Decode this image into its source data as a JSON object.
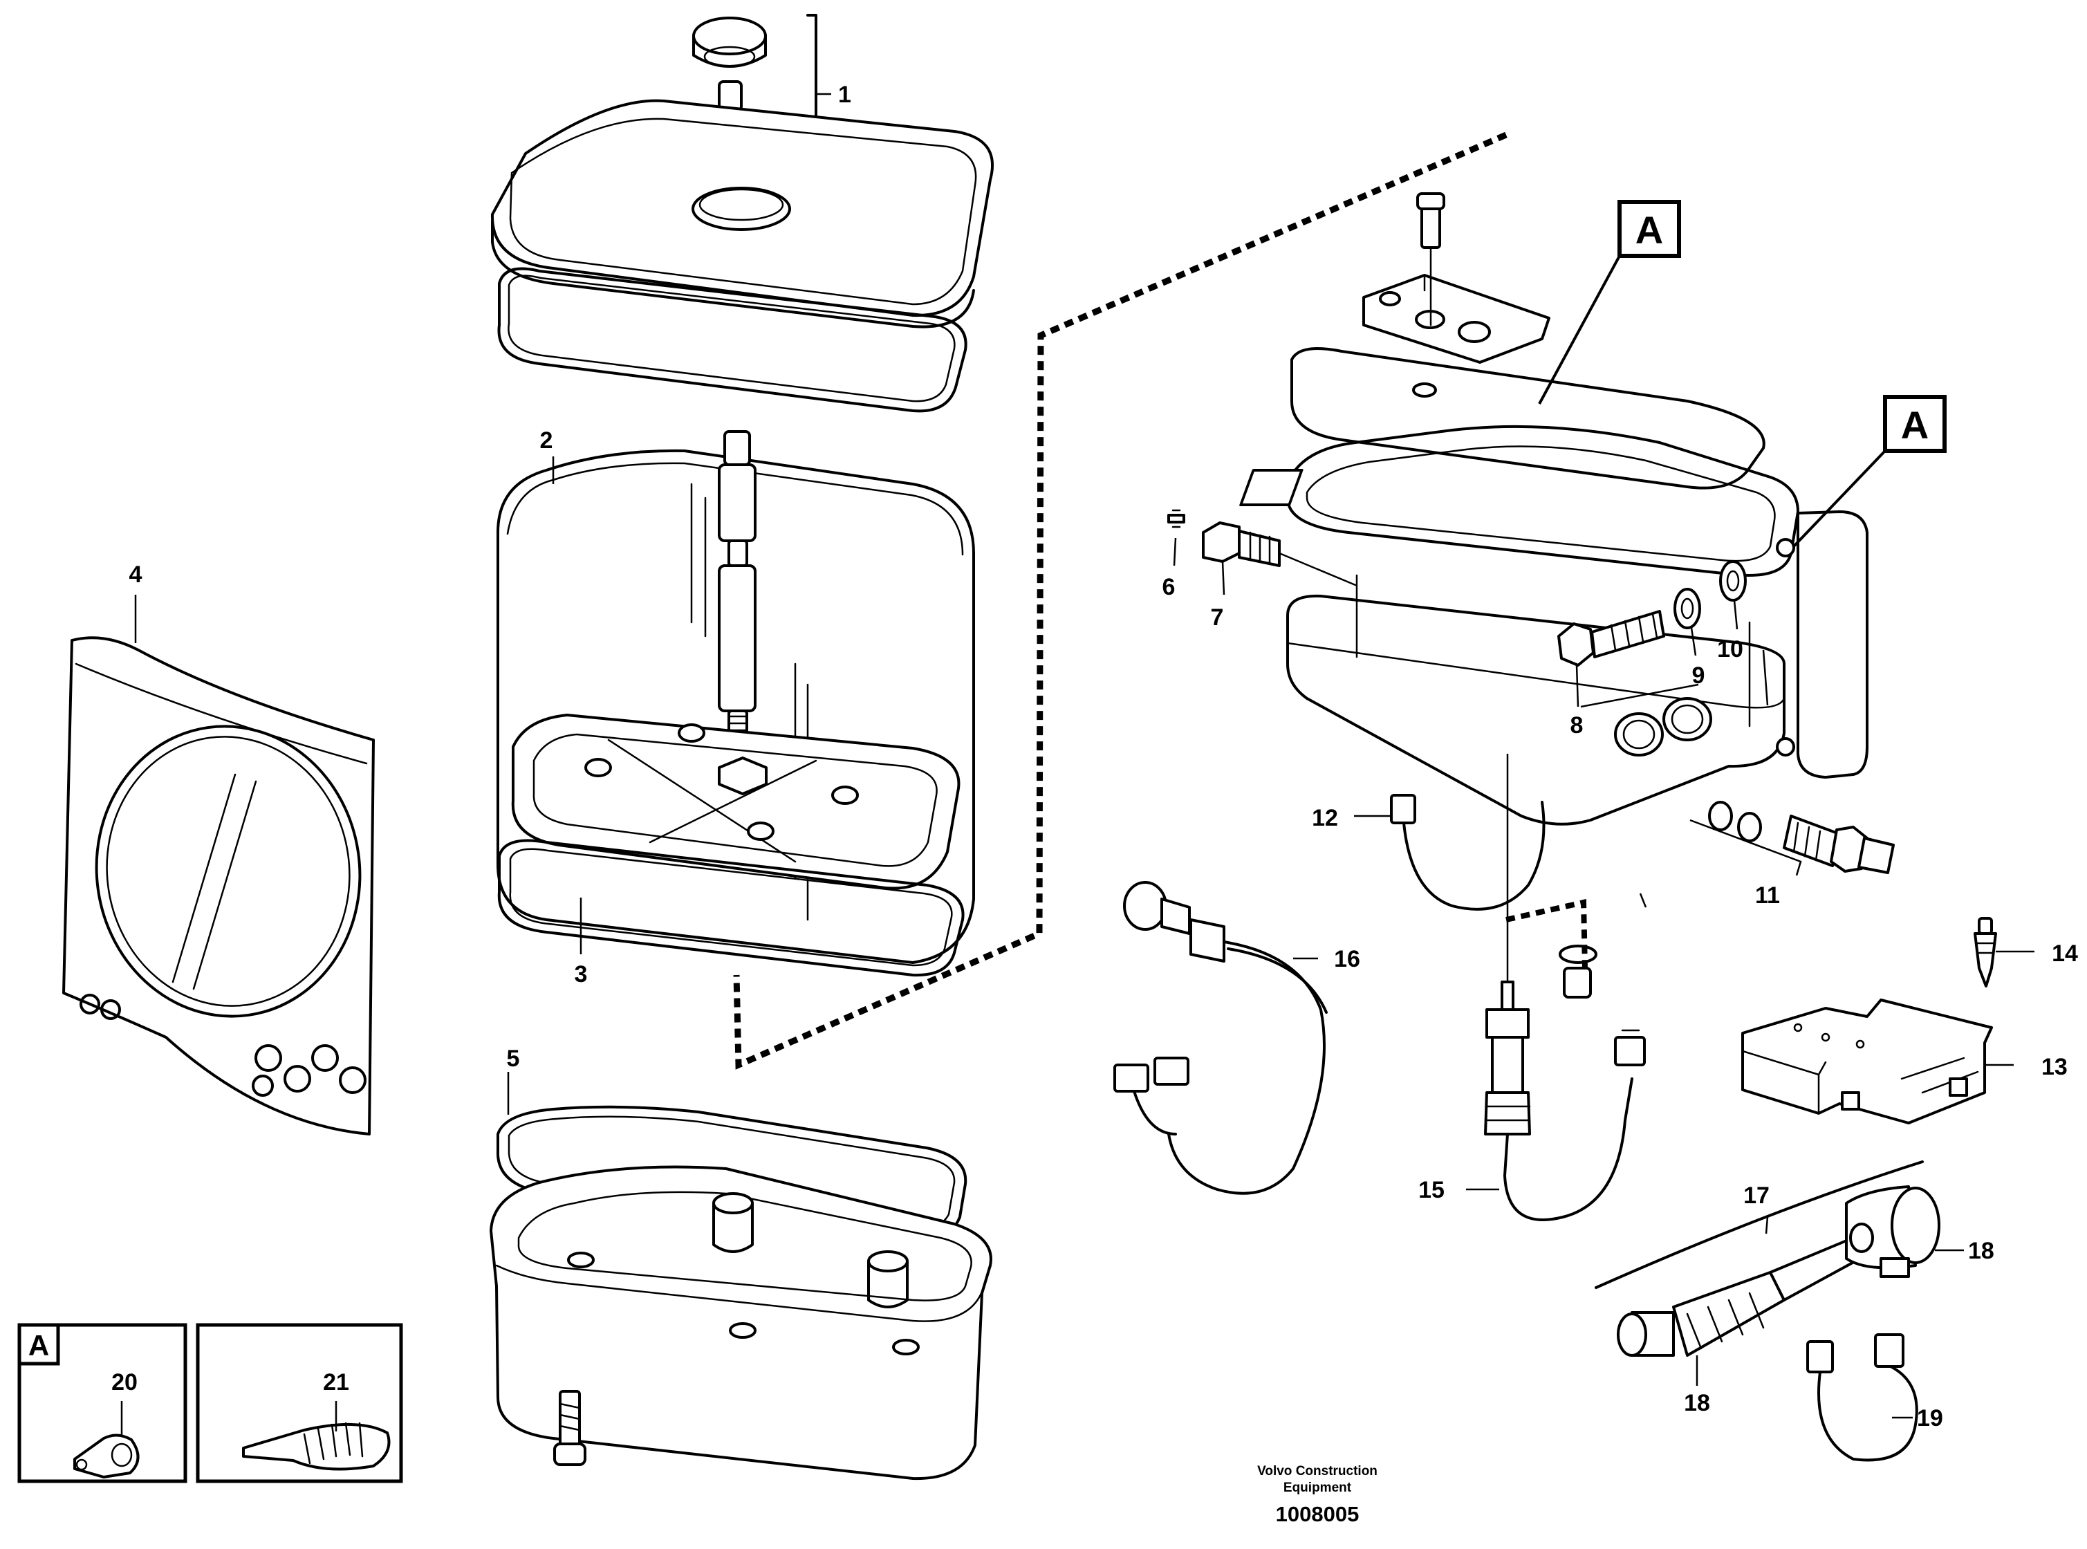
{
  "diagram": {
    "callouts": {
      "c1": "1",
      "c2": "2",
      "c3": "3",
      "c4": "4",
      "c5": "5",
      "c6": "6",
      "c7": "7",
      "c8": "8",
      "c9": "9",
      "c10": "10",
      "c11": "11",
      "c12": "12",
      "c13": "13",
      "c14": "14",
      "c15": "15",
      "c16": "16",
      "c17": "17",
      "c18a": "18",
      "c18b": "18",
      "c19": "19",
      "c20": "20",
      "c21": "21"
    },
    "view_label": "A",
    "footer": {
      "company_line1": "Volvo Construction",
      "company_line2": "Equipment",
      "drawing_number": "1008005"
    }
  }
}
